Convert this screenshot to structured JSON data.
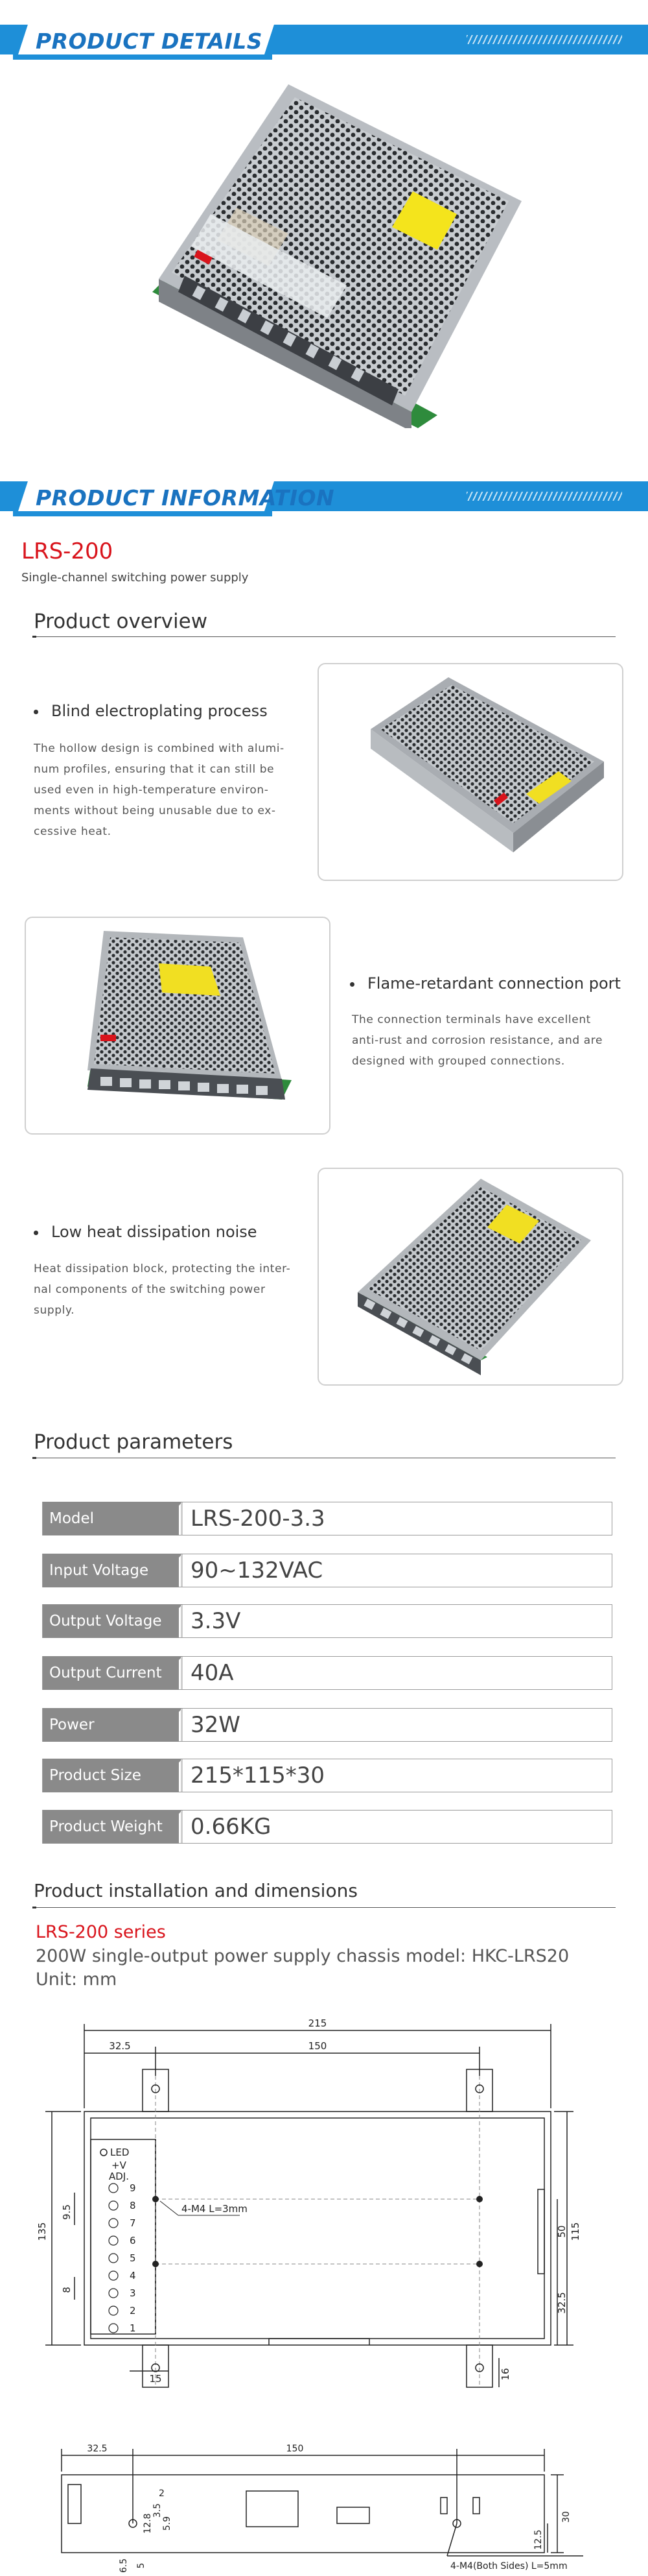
{
  "banners": {
    "details": "PRODUCT DETAILS",
    "information": "PRODUCT INFORMATION"
  },
  "product": {
    "model": "LRS-200",
    "subtitle": "Single-channel switching power supply"
  },
  "overview": {
    "heading": "Product overview",
    "features": [
      {
        "title": "Blind electroplating process",
        "desc_lines": [
          "The hollow design is combined with alumi-",
          "num profiles, ensuring that it can still be",
          "used even in high-temperature environ-",
          "ments without being unusable due to ex-",
          "cessive heat."
        ]
      },
      {
        "title": "Flame-retardant connection port",
        "desc_lines": [
          "The connection terminals have excellent",
          "anti-rust and corrosion resistance, and are",
          "designed with grouped connections."
        ]
      },
      {
        "title": "Low heat dissipation noise",
        "desc_lines": [
          "Heat dissipation block, protecting the inter-",
          "nal components of the switching power",
          "supply."
        ]
      }
    ]
  },
  "parameters": {
    "heading": "Product parameters",
    "rows": [
      {
        "label": "Model",
        "value": "LRS-200-3.3"
      },
      {
        "label": "Input Voltage",
        "value": "90~132VAC"
      },
      {
        "label": "Output Voltage",
        "value": "3.3V"
      },
      {
        "label": "Output Current",
        "value": "40A"
      },
      {
        "label": "Power",
        "value": "32W"
      },
      {
        "label": "Product Size",
        "value": "215*115*30"
      },
      {
        "label": "Product Weight",
        "value": "0.66KG"
      }
    ]
  },
  "installation": {
    "heading": "Product installation and dimensions",
    "series": "LRS-200 series",
    "desc": "200W single-output power supply chassis model: HKC-LRS20",
    "unit": "Unit: mm",
    "drawing": {
      "dim_215": "215",
      "dim_32_5": "32.5",
      "dim_150": "150",
      "dim_135": "135",
      "dim_9_5": "9.5",
      "dim_8": "8",
      "dim_50": "50",
      "dim_115": "115",
      "dim_32_5_r": "32.5",
      "dim_16": "16",
      "dim_15": "15",
      "led": "LED",
      "plus_v": "+V",
      "adj": "ADJ.",
      "terminals": [
        "9",
        "8",
        "7",
        "6",
        "5",
        "4",
        "3",
        "2",
        "1"
      ],
      "hole_note": "4-M4 L=3mm",
      "side_32_5": "32.5",
      "side_150": "150",
      "side_2": "2",
      "side_3_5": "3.5",
      "side_12_8": "12.8",
      "side_5_9": "5.9",
      "side_12_5": "12.5",
      "side_30": "30",
      "side_6_5": "6.5",
      "side_5": "5",
      "side_note": "4-M4(Both Sides) L=5mm"
    }
  },
  "colors": {
    "banner_blue": "#1e8fd8",
    "banner_text": "#1a73c0",
    "accent_red": "#d9141c",
    "label_gray": "#8a8a8a"
  }
}
